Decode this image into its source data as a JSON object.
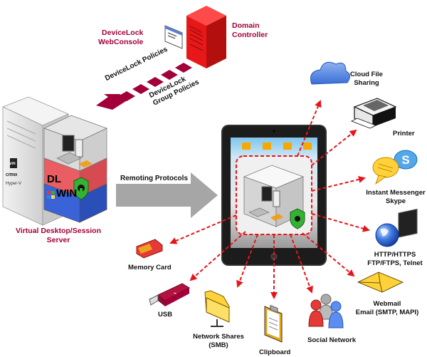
{
  "title": "DeviceLock Virtual Desktop Protection Diagram",
  "colors": {
    "brand_red": "#a3003a",
    "arrow_red": "#e8141b",
    "policy_arrow": "#a3003a",
    "server_red": "#e81818",
    "dl_layer": "#e95d63",
    "win_layer": "#3a63d8",
    "shield_green": "#34b234",
    "remoting_arrow": "#a6a6a6"
  },
  "labels": {
    "domain_controller": [
      "Domain",
      "Controller"
    ],
    "webconsole": [
      "DeviceLock",
      "WebConsole"
    ],
    "policies": "DeviceLock Policies",
    "group_policies": [
      "DeviceLock",
      "Group Policies"
    ],
    "server": [
      "Virtual Desktop/Session",
      "Server"
    ],
    "remoting": "Remoting Protocols",
    "dl_badge": "DL",
    "win_badge": "WIN",
    "vm_badge": "vm",
    "citrix_badge": "CITRIX",
    "hyperv_badge": "Hyper-V"
  },
  "endpoints": [
    {
      "id": "cloud",
      "icon": "cloud-icon",
      "lines": [
        "Cloud File",
        "Sharing"
      ]
    },
    {
      "id": "printer",
      "icon": "printer-icon",
      "lines": [
        "Printer"
      ]
    },
    {
      "id": "im",
      "icon": "chat-bubble-icon",
      "lines": [
        "Instant Messenger",
        "Skype"
      ]
    },
    {
      "id": "http",
      "icon": "globe-icon",
      "lines": [
        "HTTP/HTTPS",
        "FTP/FTPS, Telnet"
      ]
    },
    {
      "id": "email",
      "icon": "envelope-icon",
      "lines": [
        "Webmail",
        "Email (SMTP, MAPI)"
      ]
    },
    {
      "id": "social",
      "icon": "people-icon",
      "lines": [
        "Social Network"
      ]
    },
    {
      "id": "clipboard",
      "icon": "clipboard-icon",
      "lines": [
        "Clipboard"
      ]
    },
    {
      "id": "smb",
      "icon": "folder-icon",
      "lines": [
        "Network Shares",
        "(SMB)"
      ]
    },
    {
      "id": "usb",
      "icon": "usb-drive-icon",
      "lines": [
        "USB"
      ]
    },
    {
      "id": "memcard",
      "icon": "memory-card-icon",
      "lines": [
        "Memory Card"
      ]
    }
  ]
}
